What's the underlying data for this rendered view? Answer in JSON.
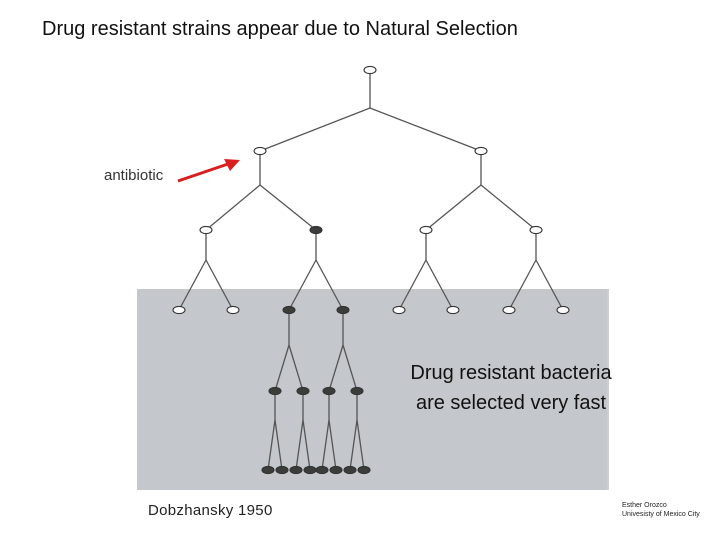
{
  "title": "Drug resistant strains appear due to Natural Selection",
  "annotation": "antibiotic",
  "note": {
    "line1": "Drug resistant bacteria",
    "line2": "are selected very fast"
  },
  "citation": "Dobzhansky 1950",
  "credit": {
    "name": "Esther Orozco",
    "affiliation": "Univesisty of Mexico City"
  },
  "colors": {
    "background_zone": "#c4c8cc",
    "arrow": "#d81e1e",
    "resistant_cell": "#3a3d3a",
    "susceptible_cell": "#ffffff"
  }
}
